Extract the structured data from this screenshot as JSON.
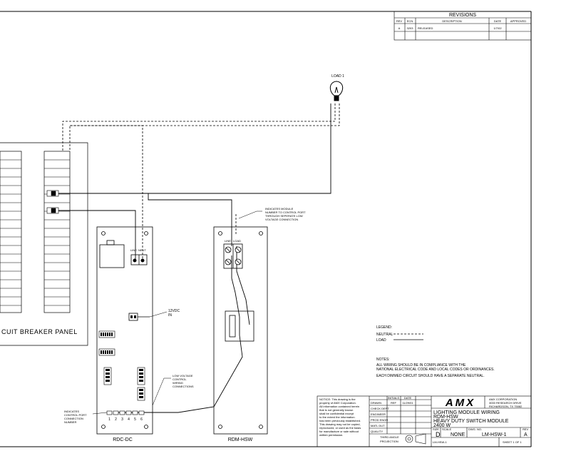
{
  "revisions": {
    "title": "REVISIONS",
    "headers": [
      "REV",
      "ECN",
      "DESCRIPTION",
      "DATE",
      "APPROVED"
    ],
    "rows": [
      [
        "A",
        "3203",
        "RELEASED",
        "1/7/02",
        ""
      ]
    ]
  },
  "load": {
    "label": "LOAD 1"
  },
  "breaker_panel": {
    "label": "CUIT BREAKER PANEL"
  },
  "rdc": {
    "label": "RDC-DC",
    "terminal_labels": [
      "LINE",
      "NEUT"
    ],
    "power_label": [
      "12VDC",
      "IN"
    ],
    "port_numbers": [
      "1",
      "2",
      "3",
      "4",
      "5",
      "6"
    ]
  },
  "rdm": {
    "label": "RDM-HSW",
    "terminal_labels": [
      "LINE",
      "LOAD"
    ]
  },
  "callouts": {
    "module_note": [
      "INDICATES MODULE",
      "NUMBER TO CONTROL PORT",
      "THROUGH SEPERATE LOW",
      "VOLTAGE CONNECTION"
    ],
    "low_voltage": [
      "LOW VOLTAGE",
      "CONTROL",
      "WIRING",
      "CONNECTIONS"
    ],
    "control_port": [
      "INDICATES",
      "CONTROL PORT",
      "CONNECTION",
      "NUMBER"
    ]
  },
  "legend": {
    "title": "LEGEND:",
    "neutral": "NEUTRAL",
    "load": "LOAD"
  },
  "notes": {
    "title": "NOTES:",
    "lines": [
      "ALL WIRING SHOULD BE IN COMPLIANCE WITH THE",
      "NATIONAL ELECTRICAL CODE AND LOCAL CODES OR ORDINANCES.",
      "EACH DIMMED CIRCUIT SHOULD HAVE A SEPARATE NEUTRAL."
    ]
  },
  "title_block": {
    "notice": [
      "NOTICE: This drawing is the",
      "property of AMX Corporation.",
      "All information contained herein",
      "that is not generally known",
      "shall be confidential except",
      "to the extent the information",
      "has been previously established.",
      "This drawing may not be copied,",
      "reproduced, or used as the basis",
      "for manufacture or sale without",
      "written permission."
    ],
    "sig_headers": [
      "INITIALS",
      "DATE"
    ],
    "sig_rows": [
      [
        "DRAWN",
        "REF",
        "11/29/01"
      ],
      [
        "CHECK DEPT",
        "",
        ""
      ],
      [
        "ENGINEER",
        "",
        ""
      ],
      [
        "PROD ENGR",
        "",
        ""
      ],
      [
        "MATL DUT",
        "",
        ""
      ],
      [
        "QUALITY",
        "",
        ""
      ]
    ],
    "projection": [
      "THIRD ANGLE",
      "PROJECTION"
    ],
    "logo": "AMX",
    "company": [
      "AMX CORPORATION",
      "3000 RESEARCH DRIVE",
      "RICHARDSON, TX 75082"
    ],
    "drawing_title": [
      "LIGHTING MODULE WIRING",
      "RDM-HSW",
      "HEAVY DUTY SWITCH MODULE",
      "2400 W"
    ],
    "size_label": "SIZE",
    "size_value": "D",
    "scale_label": "SCALE",
    "scale_value": "NONE",
    "dwg_label": "DWG. NO.",
    "dwg_value": "LM-HSW-1",
    "rev_label": "REV",
    "rev_value": "A",
    "filename": "LM-HSW-1",
    "sheet": "SHEET 1 OF 1"
  }
}
